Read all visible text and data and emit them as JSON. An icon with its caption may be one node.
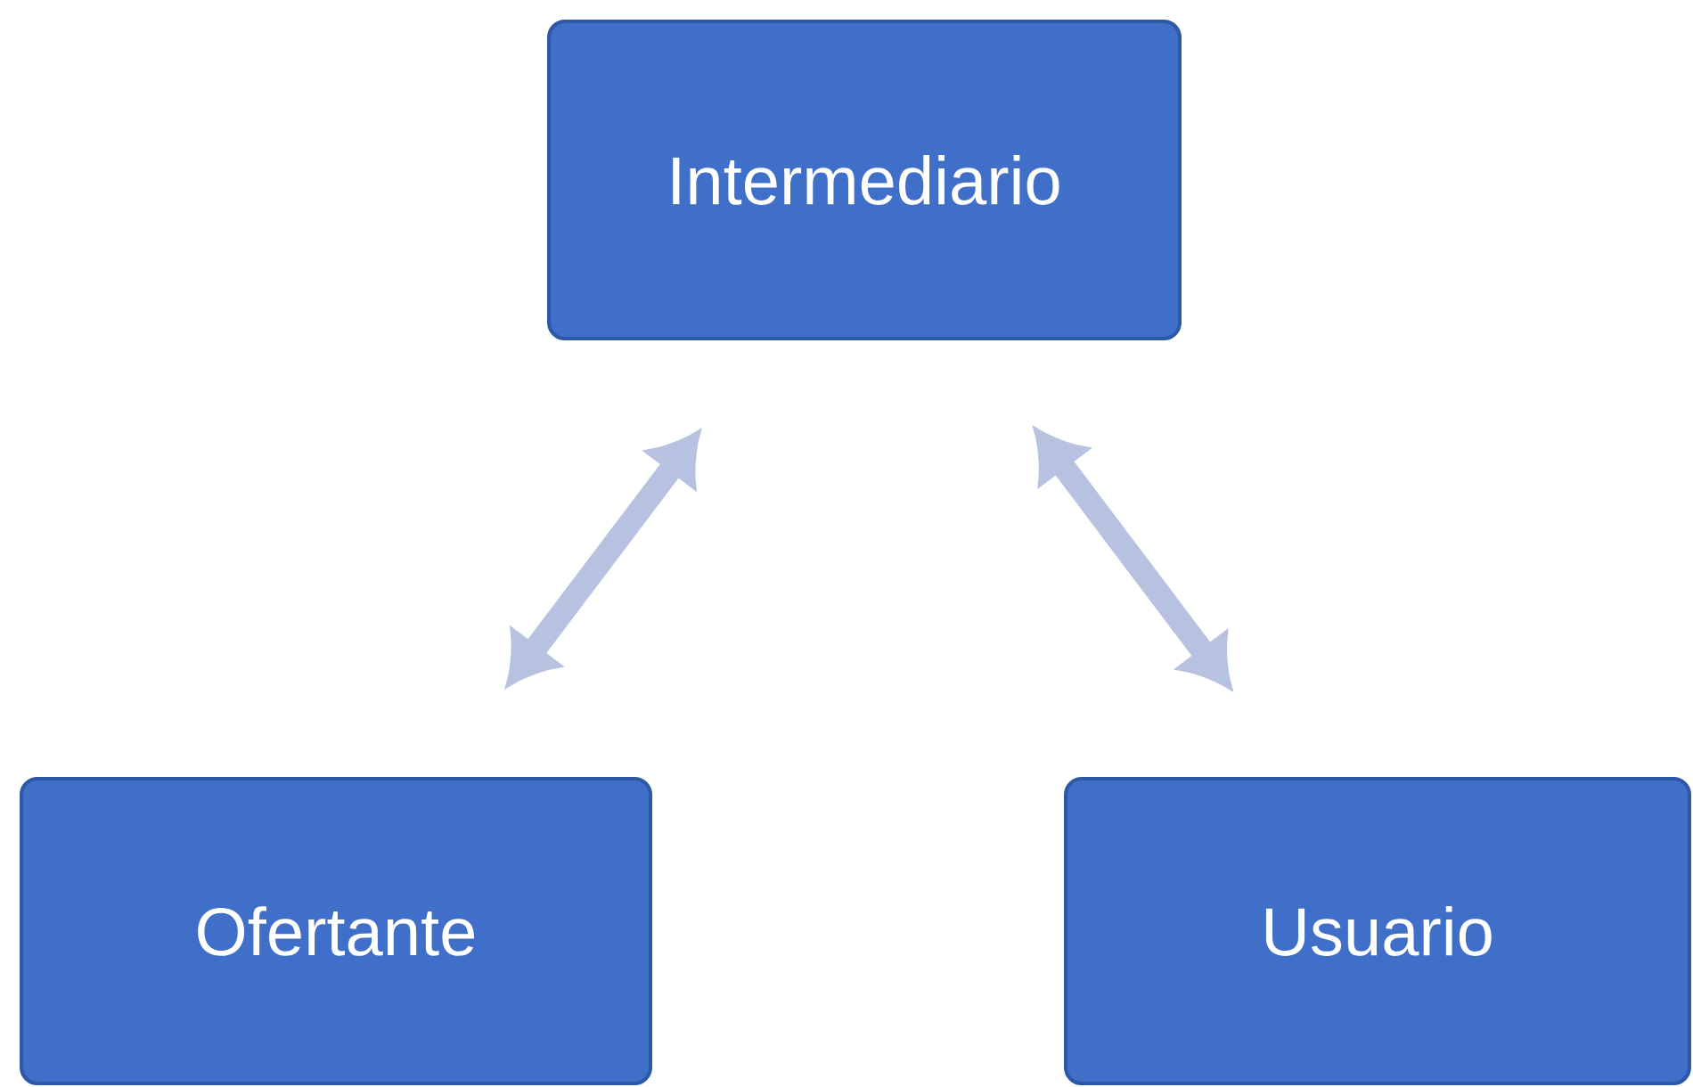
{
  "diagram": {
    "nodes": [
      {
        "text": [
          "Intermediario"
        ]
      },
      {
        "text": [
          "Ofertante"
        ]
      },
      {
        "text": [
          "Usuario"
        ]
      }
    ],
    "edges": [
      {
        "from": 1,
        "to": 0,
        "arrow": "both"
      },
      {
        "from": 0,
        "to": 2,
        "arrow": "both"
      }
    ]
  }
}
